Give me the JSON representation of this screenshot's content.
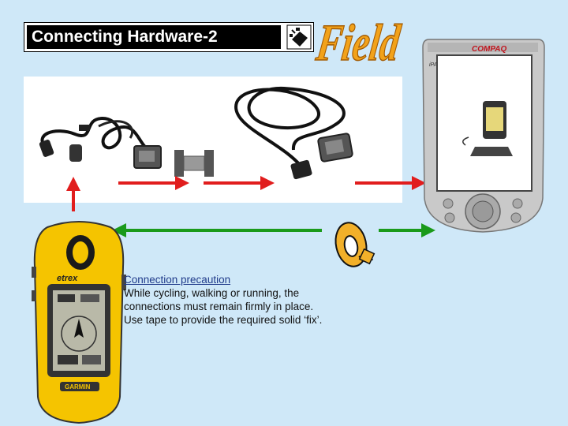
{
  "slide": {
    "title": "Connecting Hardware-2",
    "logo_text": "Field",
    "precaution": {
      "heading": "Connection precaution",
      "lines": [
        "While cycling, walking or running, the",
        "connections must remain  firmly in place.",
        "Use tape to provide the required solid ‘fix’."
      ]
    }
  },
  "devices": {
    "pda": {
      "brand": "COMPAQ",
      "model": "iPAQ"
    },
    "gps": {
      "name": "etrex",
      "brand": "GARMIN"
    }
  },
  "colors": {
    "background": "#cfe8f8",
    "arrow_red": "#e11d1d",
    "arrow_green": "#1a9a1a",
    "logo_orange": "#f2a21a",
    "gps_yellow": "#f5c400",
    "link_blue": "#1f3a8a"
  },
  "icons": [
    "title-graphic-icon",
    "field-logo",
    "cable-image",
    "adapter-image",
    "serial-cable-image",
    "pda-image",
    "gps-image",
    "tape-roll-image"
  ]
}
